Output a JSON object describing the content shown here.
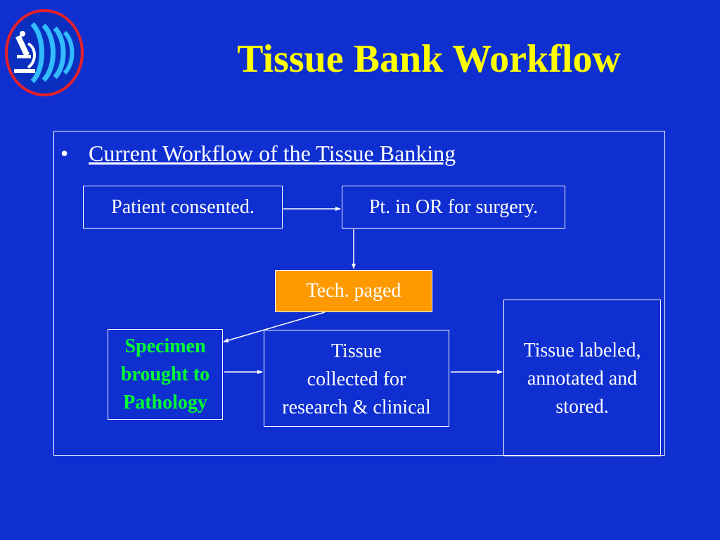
{
  "slide": {
    "title": "Tissue Bank Workflow",
    "bullet": "Current Workflow of the Tissue Banking"
  },
  "logo": {
    "icon": "microscope-emblem-icon",
    "ring_color": "#e8202a",
    "fill_color": "#0a2fbf"
  },
  "workflow": {
    "consented": "Patient consented.",
    "in_or": "Pt. in OR for surgery.",
    "tech_paged": "Tech. paged",
    "specimen": [
      "Specimen",
      "brought to",
      "Pathology"
    ],
    "tissue_collected": [
      "Tissue",
      "collected for",
      "research & clinical"
    ],
    "tissue_labeled": [
      "Tissue labeled,",
      "annotated and",
      "stored."
    ]
  },
  "colors": {
    "background": "#0f2fd0",
    "title": "#ffff00",
    "highlight_box": "#ff9900",
    "specimen_text": "#00ff33",
    "text": "#ffffff"
  }
}
